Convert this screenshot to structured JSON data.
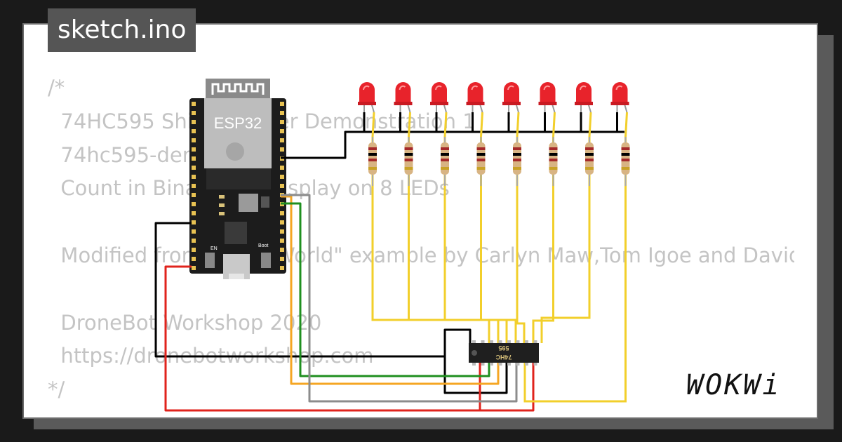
{
  "file_tab": "sketch.ino",
  "code_lines": [
    "/*",
    "  74HC595 Shift Register Demonstration 1",
    "  74hc595-demo.ino",
    "  Count in Binary and display on 8 LEDs",
    "",
    "  Modified from \"Hello World\" example by Carlyn Maw,Tom Igoe and David A. Mellis",
    "",
    "  DroneBot Workshop 2020",
    "  https://dronebotworkshop.com",
    "*/"
  ],
  "board": {
    "name": "ESP32",
    "en_label": "EN",
    "boot_label": "Boot"
  },
  "shift_register": {
    "label_top": "595",
    "label_bottom": "74HC"
  },
  "led_count": 8,
  "colors": {
    "led": "#e8232b",
    "board": "#1c1c1c",
    "wire_yellow": "#f2cf2b",
    "wire_black": "#000000",
    "wire_red": "#e0231c",
    "wire_orange": "#f5a623",
    "wire_green": "#1f8f1f",
    "wire_gray": "#8c8c8c"
  },
  "logo": "WOKWi"
}
